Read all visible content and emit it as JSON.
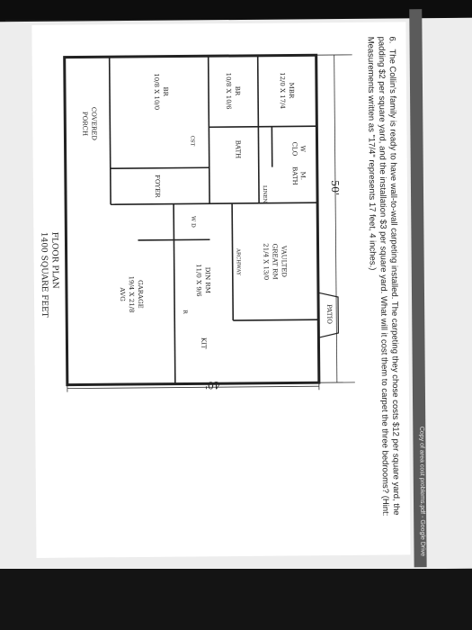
{
  "window": {
    "title": "Copy of area cost problems.pdf - Google Drive"
  },
  "problem": {
    "number": "6.",
    "text": "The Collin's family is ready to have wall-to-wall carpeting installed. The carpeting they chose costs $12 per square yard, the padding $2 per square yard, and the installation $3 per square yard. What will it cost them to carpet the three bedrooms? (Hint: Measurements written as \"17/4\" represents 17 feet, 4 inches.)"
  },
  "floorplan": {
    "width_label": "50'",
    "depth_label": "40'",
    "rooms": {
      "mbr": [
        "MBR",
        "12/0 X 17/4"
      ],
      "wcl": [
        "W",
        "CLO"
      ],
      "bath1": [
        "M.",
        "BATH"
      ],
      "linen": "LINEN",
      "bath2": "BATH",
      "br1": [
        "BR",
        "10/8 X 10/6"
      ],
      "br2": [
        "BR",
        "10/8 X 10/0"
      ],
      "cst": "CST",
      "foyer": "FOYER",
      "porch": [
        "COVERED",
        "PORCH"
      ],
      "great": [
        "VAULTED",
        "GREAT RM",
        "21/4 X 13/0"
      ],
      "archway": "ARCHWAY",
      "din": [
        "DIN RM",
        "11/0 X 9/6"
      ],
      "kit": "KIT",
      "wd": "W    D",
      "ref": "R",
      "garage": [
        "GARAGE",
        "19/4 X 21/8",
        "AVG"
      ],
      "patio": "PATIO"
    },
    "caption": [
      "FLOOR PLAN",
      "1400 SQUARE FEET"
    ]
  },
  "colors": {
    "tabbar": "#5b5b5b",
    "page": "#ffffff",
    "screen": "#ededed"
  }
}
